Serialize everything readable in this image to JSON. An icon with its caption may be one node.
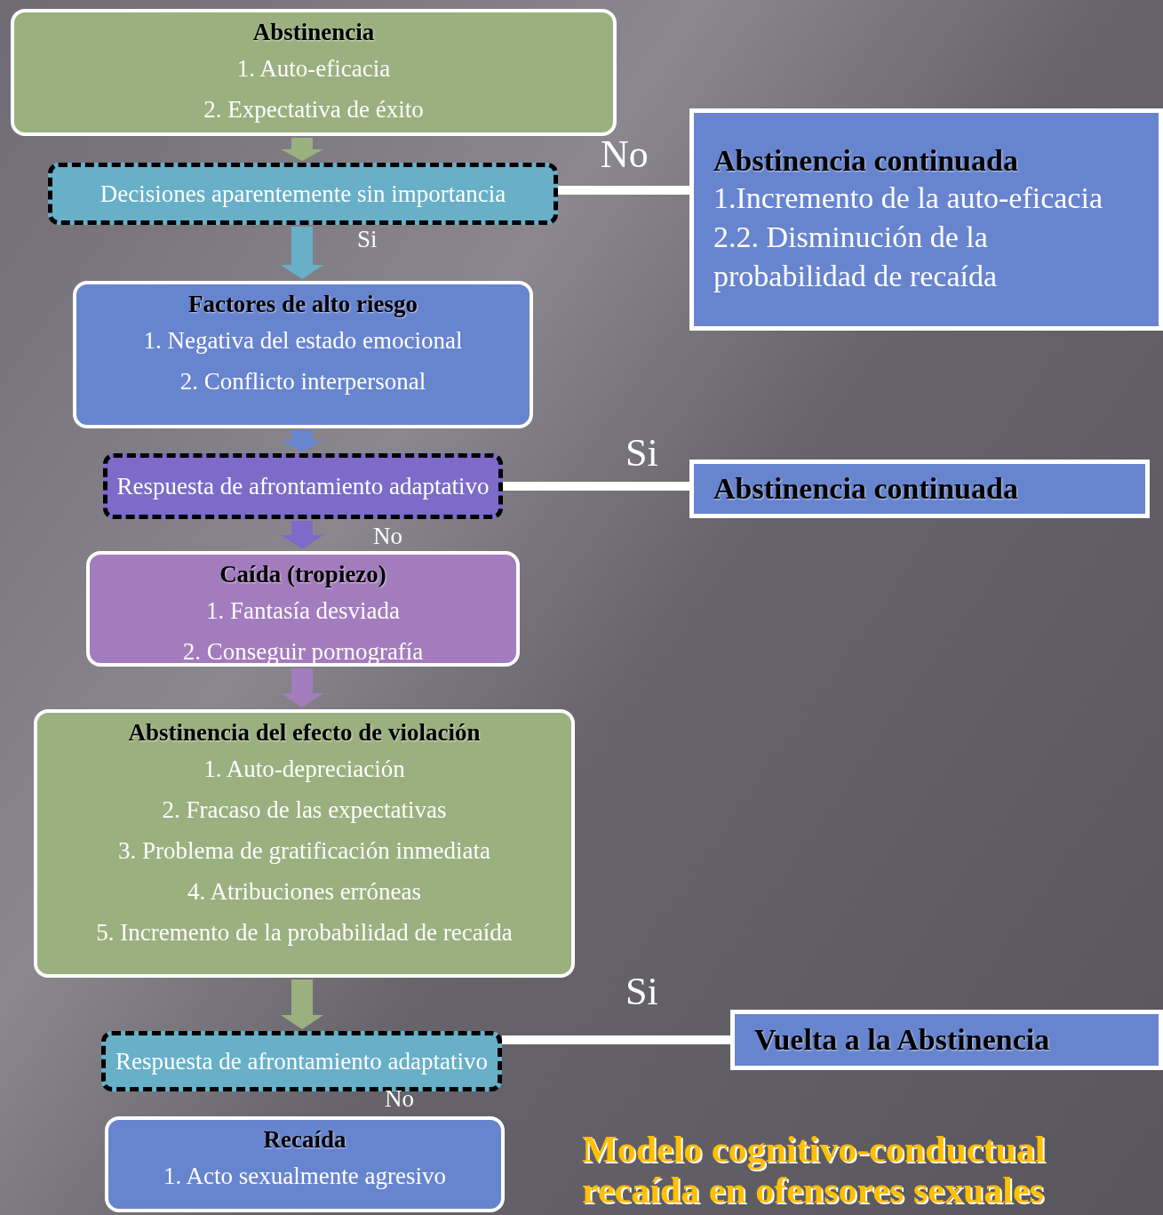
{
  "diagram": {
    "title": "Modelo cognitivo-conductual recaída en ofensores sexuales",
    "nodes": [
      {
        "text": [
          "Abstinencia",
          "1. Auto-eficacia",
          "2. Expectativa de éxito"
        ]
      },
      {
        "text": [
          "Decisiones aparentemente sin importancia"
        ]
      },
      {
        "text": [
          "Factores de alto riesgo",
          "1. Negativa del estado emocional",
          "2. Conflicto interpersonal"
        ]
      },
      {
        "text": [
          "Respuesta de afrontamiento adaptativo"
        ]
      },
      {
        "text": [
          "Caída (tropiezo)",
          "1. Fantasía desviada",
          "2. Conseguir pornografía"
        ]
      },
      {
        "text": [
          "Abstinencia del efecto de violación",
          "1.  Auto-depreciación",
          "2. Fracaso de las expectativas",
          "3. Problema de gratificación inmediata",
          "4. Atribuciones erróneas",
          "5. Incremento de la probabilidad de recaída"
        ]
      },
      {
        "text": [
          "Respuesta de afrontamiento adaptativo"
        ]
      },
      {
        "text": [
          "Recaída",
          "1. Acto sexualmente agresivo"
        ]
      },
      {
        "text": [
          "Abstinencia continuada",
          "1.Incremento de la auto-eficacia",
          "2.2. Disminución de la probabilidad de recaída"
        ]
      },
      {
        "text": [
          "Abstinencia continuada"
        ]
      },
      {
        "text": [
          "Vuelta a la Abstinencia"
        ]
      }
    ],
    "edges": [
      {
        "from": 0,
        "to": 1,
        "arrow": "to",
        "style": "thick",
        "color": "#9bb07f"
      },
      {
        "from": 1,
        "to": 2,
        "arrow": "to",
        "label": "Si",
        "style": "thick",
        "color": "#68afc8"
      },
      {
        "from": 2,
        "to": 3,
        "arrow": "to",
        "style": "thick",
        "color": "#6784cf"
      },
      {
        "from": 3,
        "to": 4,
        "arrow": "to",
        "label": "No",
        "style": "thick",
        "color": "#7c6bc8"
      },
      {
        "from": 4,
        "to": 5,
        "arrow": "to",
        "style": "thick",
        "color": "#a37cbd"
      },
      {
        "from": 5,
        "to": 6,
        "arrow": "to",
        "style": "thick",
        "color": "#9bb07f"
      },
      {
        "from": 1,
        "to": 8,
        "arrow": "none",
        "label": "No"
      },
      {
        "from": 3,
        "to": 9,
        "arrow": "none",
        "label": "Si"
      },
      {
        "from": 6,
        "to": 10,
        "arrow": "none",
        "label": "Si"
      }
    ],
    "labels": [
      "No"
    ]
  }
}
